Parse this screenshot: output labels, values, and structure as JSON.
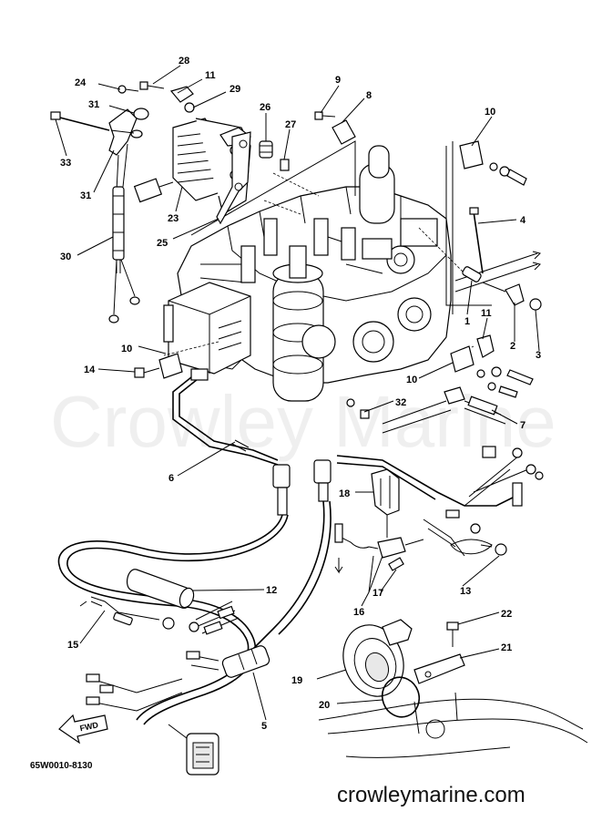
{
  "watermark": "Crowley Marine",
  "footer": {
    "part_number": "65W0010-8130",
    "site": "crowleymarine.com"
  },
  "fwd_label": "FWD",
  "callouts": [
    "28",
    "11",
    "24",
    "29",
    "9",
    "8",
    "31",
    "26",
    "27",
    "10",
    "33",
    "4",
    "31",
    "23",
    "25",
    "30",
    "1",
    "11",
    "2",
    "3",
    "10",
    "14",
    "10",
    "32",
    "7",
    "6",
    "18",
    "12",
    "13",
    "17",
    "16",
    "15",
    "22",
    "21",
    "19",
    "20",
    "5"
  ]
}
